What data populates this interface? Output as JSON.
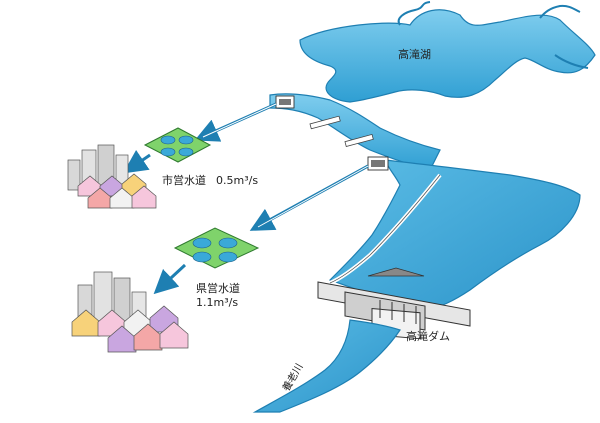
{
  "labels": {
    "lake": "高滝湖",
    "city_water": "市営水道",
    "city_flow": "0.5m³/s",
    "pref_water": "県営水道",
    "pref_flow": "1.1m³/s",
    "dam": "高滝ダム",
    "river": "養老川"
  },
  "colors": {
    "water": "#3aa9d8",
    "water_light": "#bfe6f5",
    "water_dark": "#1e7fb2",
    "plant_green": "#7fd36b",
    "plant_pool": "#3aa9d8",
    "concrete": "#d9d9d9"
  }
}
